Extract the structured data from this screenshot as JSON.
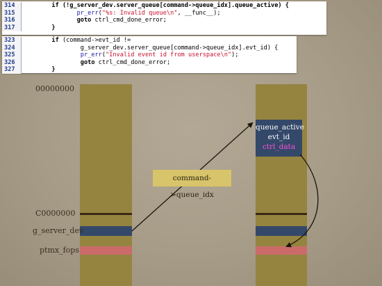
{
  "code_top": {
    "lines": [
      {
        "num": "314",
        "parts": [
          {
            "t": "        "
          },
          {
            "t": "if",
            "c": "kw"
          },
          {
            "t": " (!g_server_dev.server_queue[command->queue_idx].queue_active) {",
            "c": "kw"
          }
        ]
      },
      {
        "num": "315",
        "parts": [
          {
            "t": "               "
          },
          {
            "t": "pr_err",
            "c": "fn"
          },
          {
            "t": "(",
            "c": ""
          },
          {
            "t": "\"%s: Invalid queue\\n\"",
            "c": "str"
          },
          {
            "t": ", __func__);"
          }
        ]
      },
      {
        "num": "316",
        "parts": [
          {
            "t": "               "
          },
          {
            "t": "goto",
            "c": "kw"
          },
          {
            "t": " ctrl_cmd_done_error;"
          }
        ]
      },
      {
        "num": "317",
        "parts": [
          {
            "t": "        "
          },
          {
            "t": "}",
            "c": "kw"
          }
        ]
      }
    ]
  },
  "code_bottom": {
    "lines": [
      {
        "num": "323",
        "parts": [
          {
            "t": "        "
          },
          {
            "t": "if",
            "c": "kw"
          },
          {
            "t": " (command->evt_id !="
          }
        ]
      },
      {
        "num": "324",
        "parts": [
          {
            "t": "                g_server_dev.server_queue[command->queue_idx].evt_id) {"
          }
        ]
      },
      {
        "num": "325",
        "parts": [
          {
            "t": "                "
          },
          {
            "t": "pr_err",
            "c": "fn"
          },
          {
            "t": "("
          },
          {
            "t": "\"Invalid event id from userspace\\n\"",
            "c": "str"
          },
          {
            "t": ");"
          }
        ]
      },
      {
        "num": "326",
        "parts": [
          {
            "t": "                "
          },
          {
            "t": "goto",
            "c": "kw"
          },
          {
            "t": " ctrl_cmd_done_error;"
          }
        ]
      },
      {
        "num": "327",
        "parts": [
          {
            "t": "        "
          },
          {
            "t": "}",
            "c": "kw"
          }
        ]
      }
    ]
  },
  "diagram": {
    "addr_top": "00000000",
    "addr_c": "C0000000",
    "label_server_dev": "g_server_dev",
    "label_ptmx": "ptmx_fops",
    "idx_label": "command->queue_idx",
    "struct_fields": [
      "queue_active",
      "evt_id",
      "ctrl_data"
    ]
  },
  "colors": {
    "bar": "#95843f",
    "blue_band": "#34486a",
    "red_band": "#cc6a6a",
    "dark_band": "#3a2a14",
    "label_box": "#d8c46a",
    "magenta_text": "#ff4fd8"
  }
}
